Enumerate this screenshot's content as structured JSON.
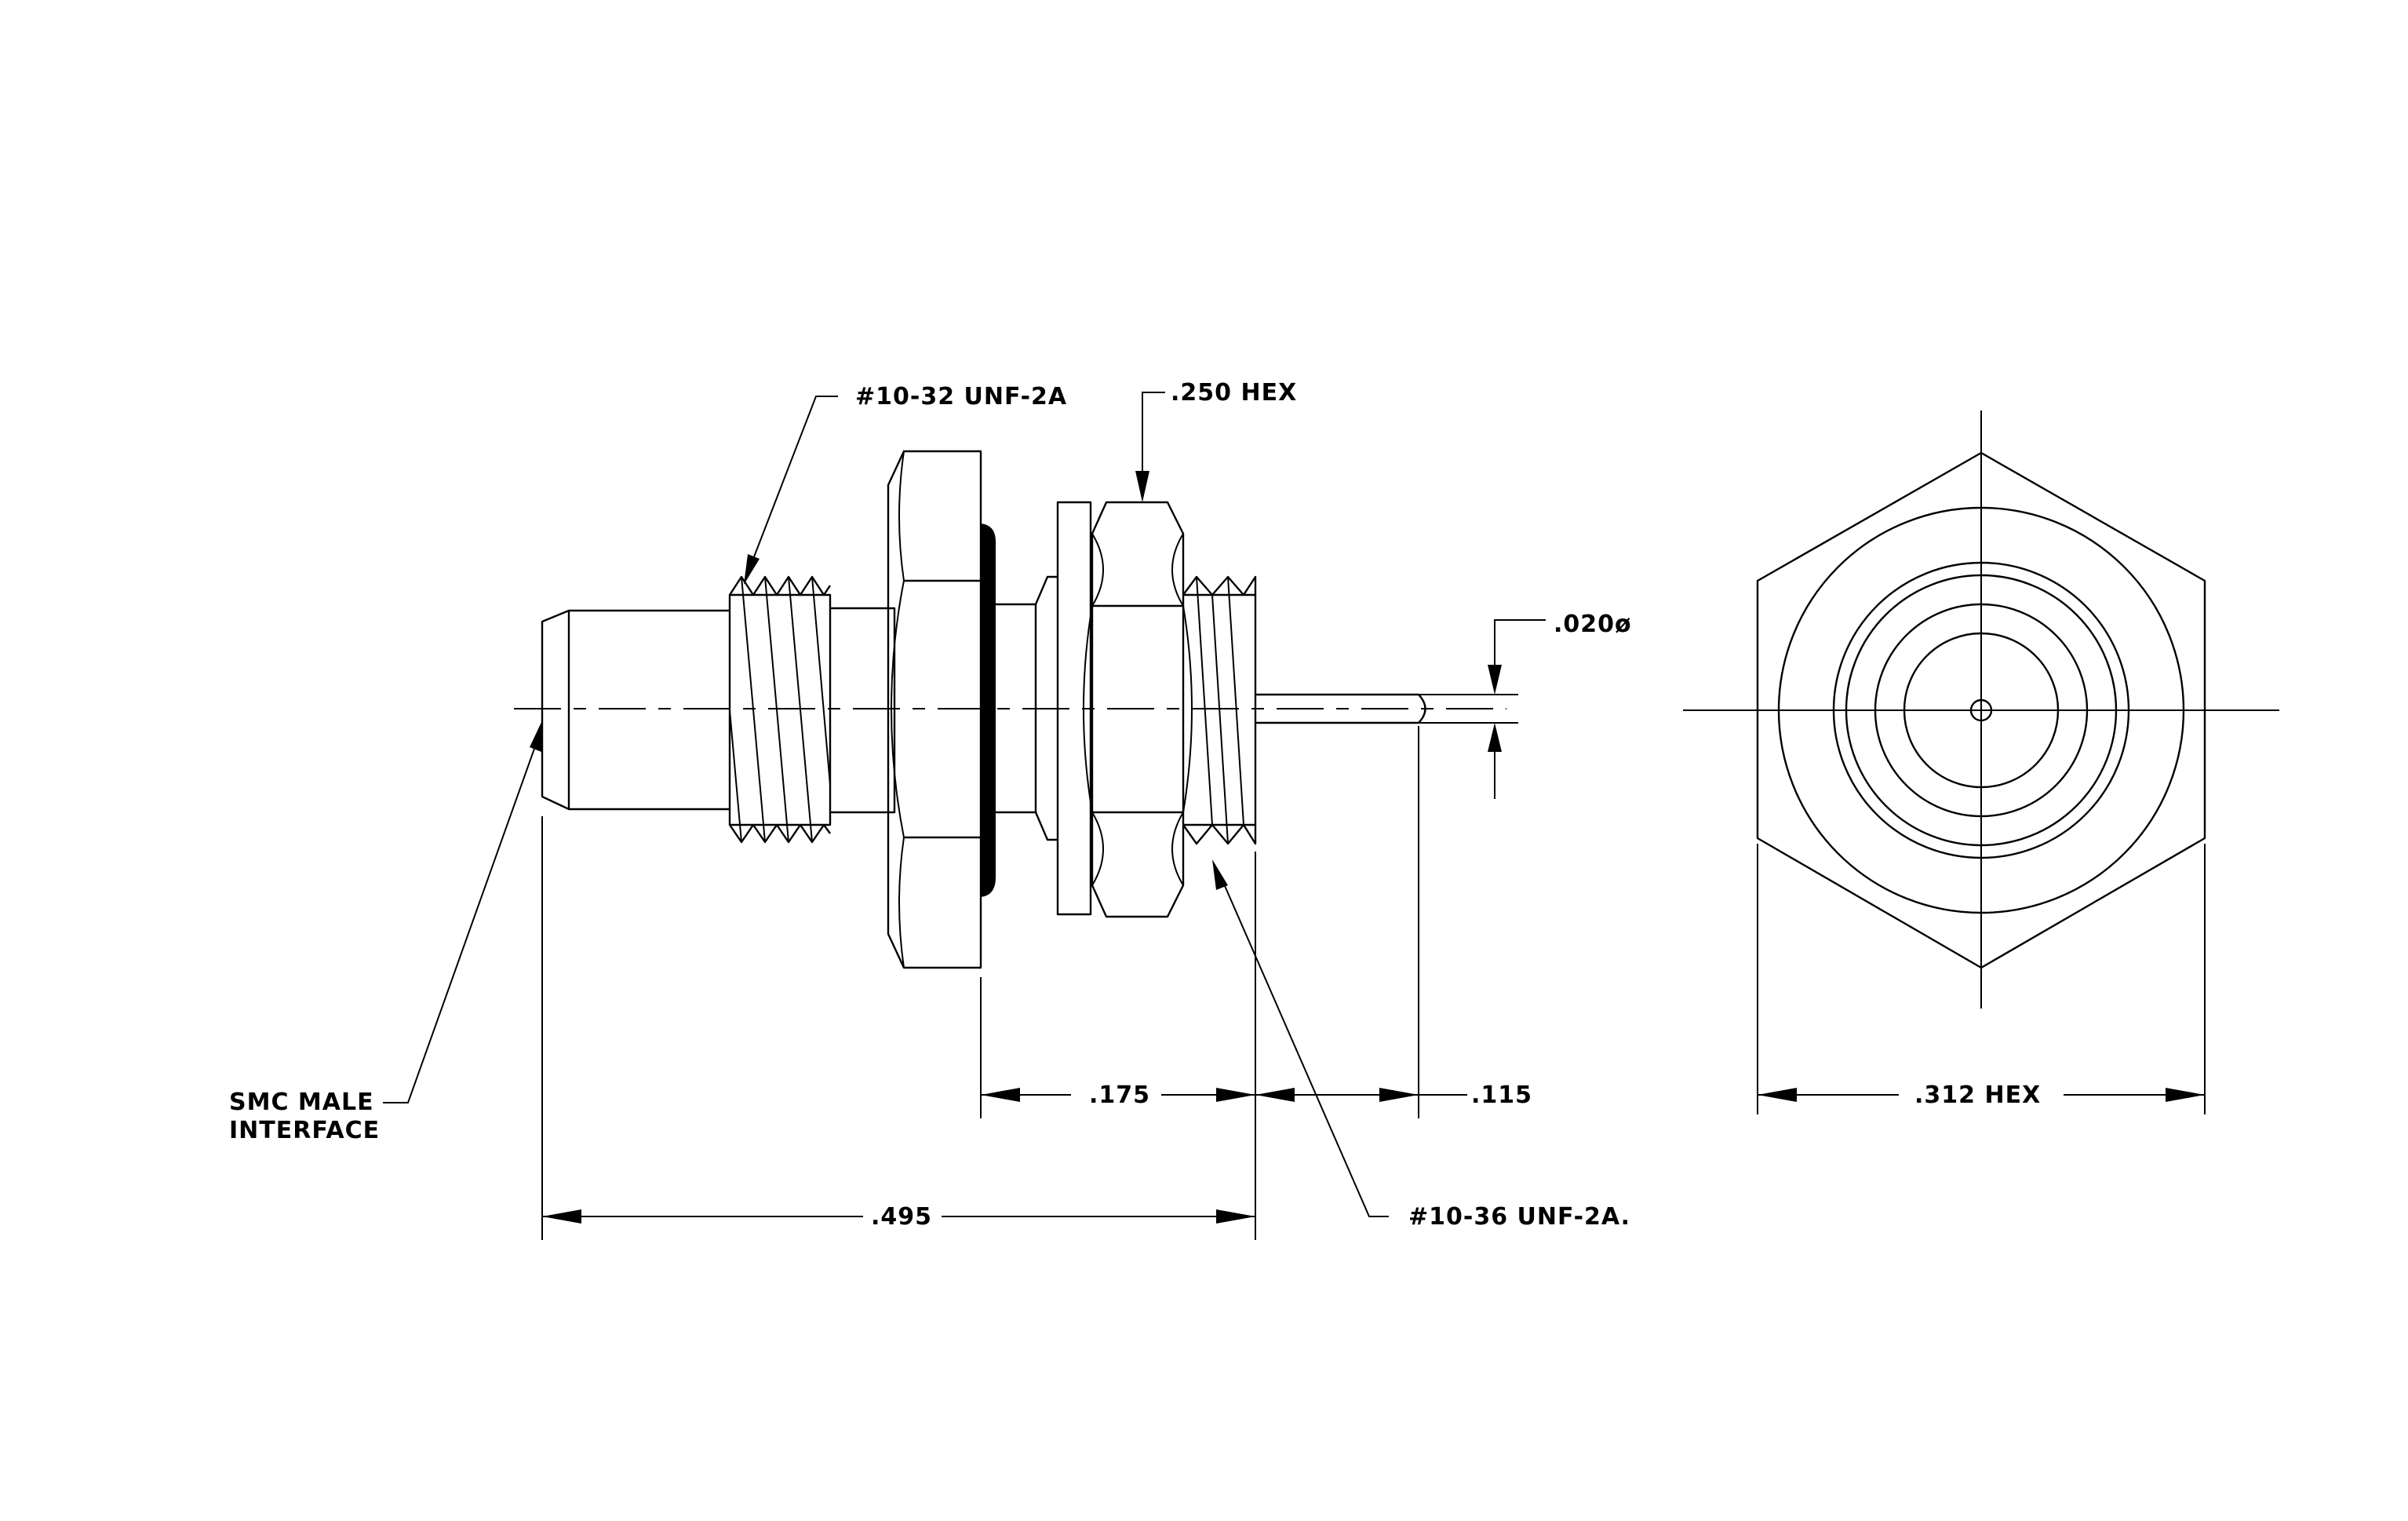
{
  "labels": {
    "thread_top": "#10-32 UNF-2A",
    "hex_250": ".250 HEX",
    "pin_dia": ".020ø",
    "smc_line1": "SMC MALE",
    "smc_line2": "INTERFACE",
    "dim_175": ".175",
    "dim_115": ".115",
    "dim_495": ".495",
    "thread_bottom": "#10-36 UNF-2A.",
    "hex_312": ".312 HEX"
  },
  "colors": {
    "line": "#000000",
    "background": "#ffffff"
  }
}
